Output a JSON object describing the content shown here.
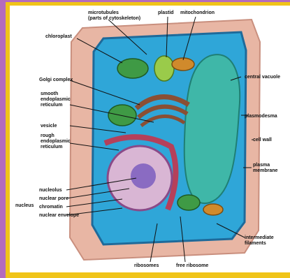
{
  "labels": {
    "microtubules_1": "microtubules",
    "microtubules_2": "(parts of cytoskeleton)",
    "plastid": "plastid",
    "mitochondrion": "mitochondrion",
    "chloroplast": "chloroplast",
    "central_vacuole": "central vacuole",
    "golgi_complex": "Golgi complex",
    "smooth_er_1": "smooth",
    "smooth_er_2": "endoplasmic",
    "smooth_er_3": "reticulum",
    "plasmodesma": "plasmodesma",
    "vesicle": "vesicle",
    "cell_wall": "cell wall",
    "rough_er_1": "rough",
    "rough_er_2": "endoplasmic",
    "rough_er_3": "reticulum",
    "plasma_membrane_1": "plasma",
    "plasma_membrane_2": "membrane",
    "nucleolus": "nucleolus",
    "nuclear_pore": "nuclear pore",
    "nucleus": "nucleus",
    "chromatin": "chromatin",
    "nuclear_envelope": "nuclear envelope",
    "intermediate_filaments_1": "intermediate",
    "intermediate_filaments_2": "filaments",
    "ribosomes": "ribosomes",
    "free_ribosome": "free ribosome"
  },
  "colors": {
    "border_purple": "#b46bbd",
    "frame_yellow": "#f0c419",
    "cell_wall": "#e8b6a4",
    "cytoplasm": "#2fa6d8",
    "vacuole": "#3fb7a8",
    "chloroplast": "#3f9a45",
    "golgi": "#8a4f34",
    "nucleus": "#c9a3c8",
    "mitochondrion": "#d08a2c"
  }
}
